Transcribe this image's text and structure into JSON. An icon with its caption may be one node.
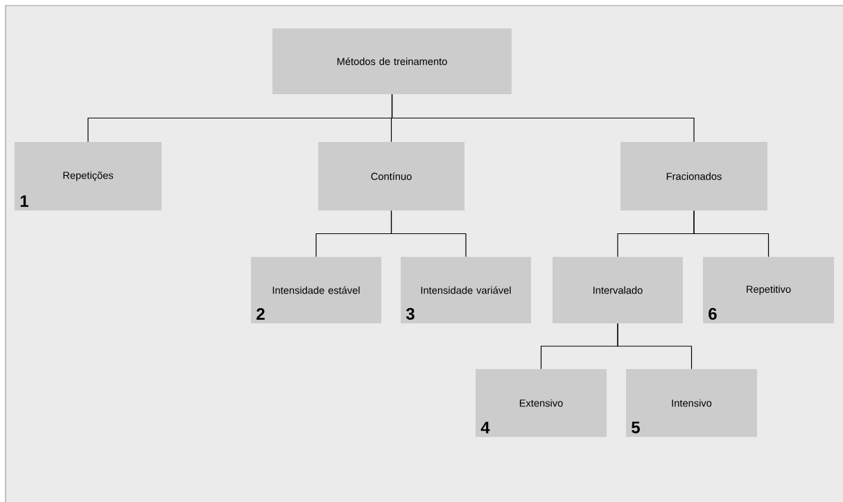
{
  "diagram": {
    "nodes": [
      {
        "text": [
          "Métodos de treinamento"
        ]
      },
      {
        "text": [
          "Repetições",
          "1"
        ]
      },
      {
        "text": [
          "Contínuo"
        ]
      },
      {
        "text": [
          "Fracionados"
        ]
      },
      {
        "text": [
          "Intensidade estável",
          "2"
        ]
      },
      {
        "text": [
          "Intensidade variável",
          "3"
        ]
      },
      {
        "text": [
          "Intervalado"
        ]
      },
      {
        "text": [
          "Repetitivo",
          "6"
        ]
      },
      {
        "text": [
          "Extensivo",
          "4"
        ]
      },
      {
        "text": [
          "Intensivo",
          "5"
        ]
      }
    ],
    "edges": [
      {
        "from": 0,
        "to": 1,
        "arrow": "none"
      },
      {
        "from": 0,
        "to": 2,
        "arrow": "none"
      },
      {
        "from": 0,
        "to": 3,
        "arrow": "none"
      },
      {
        "from": 2,
        "to": 4,
        "arrow": "none"
      },
      {
        "from": 2,
        "to": 5,
        "arrow": "none"
      },
      {
        "from": 3,
        "to": 6,
        "arrow": "none"
      },
      {
        "from": 3,
        "to": 7,
        "arrow": "none"
      },
      {
        "from": 6,
        "to": 8,
        "arrow": "none"
      },
      {
        "from": 6,
        "to": 9,
        "arrow": "none"
      }
    ]
  }
}
